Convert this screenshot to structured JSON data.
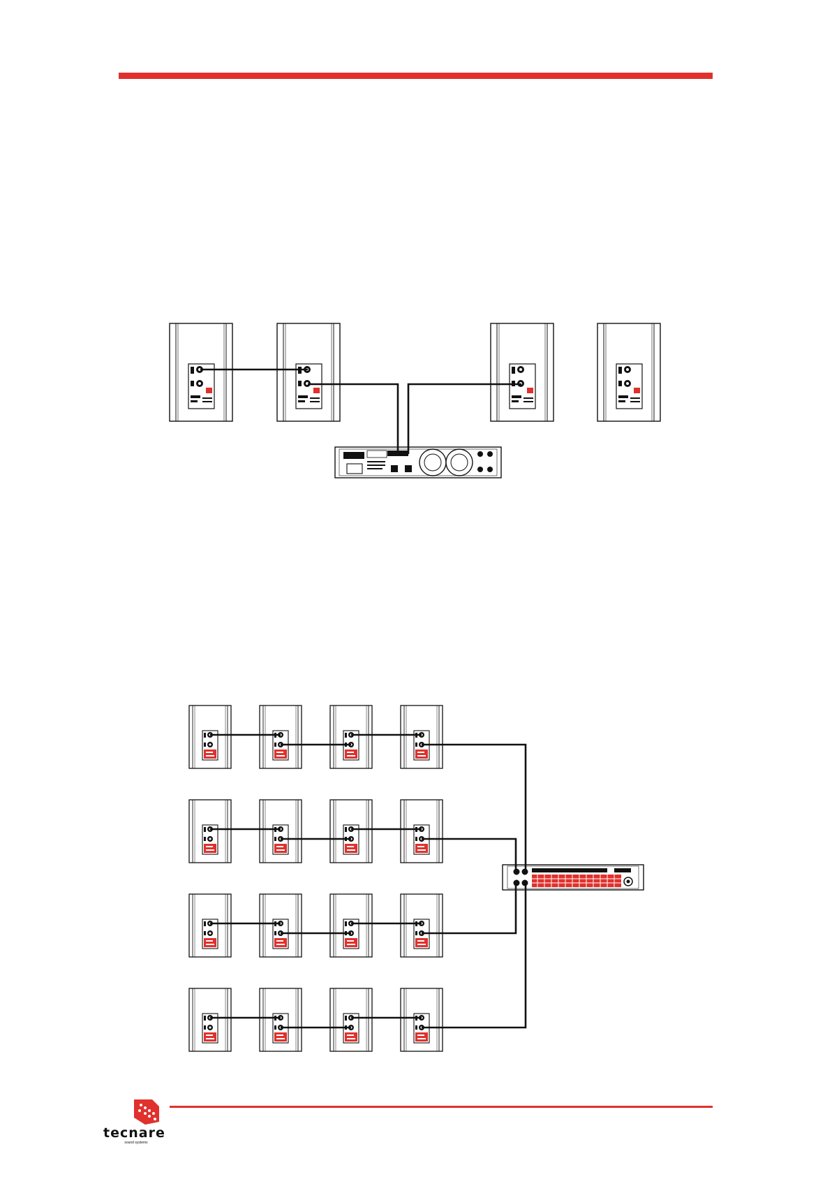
{
  "colors": {
    "accent": "#e0312d",
    "line": "#111111"
  },
  "brand": {
    "name": "tecnare",
    "tagline": "sound systems"
  },
  "diagrams": [
    {
      "name": "system-2-amplifier-4-speakers",
      "speakers": 4,
      "amplifiers": 1
    },
    {
      "name": "system-1-amplifier-16-speakers",
      "speakers": 16,
      "amplifiers": 1
    }
  ]
}
